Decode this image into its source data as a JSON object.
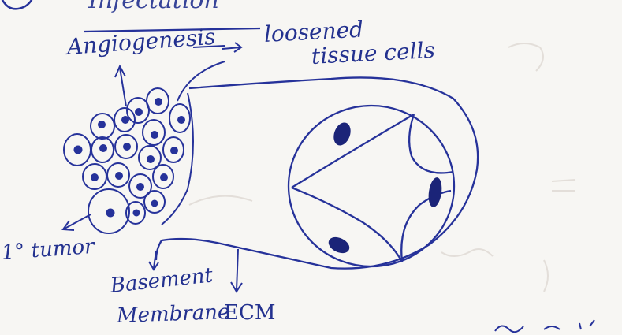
{
  "colors": {
    "ink": "#26329a",
    "ink_dark": "#1b2478",
    "paper": "#f7f6f3",
    "ghost": "#ded9d4"
  },
  "labels": {
    "header_partial": "Infectation",
    "angiogenesis": "Angiogenesis",
    "loosened_tissue": "loosened",
    "tissue_cells": "tissue cells",
    "primary_tumor": "1° tumor",
    "basement": "Basement",
    "membrane": "Membrane",
    "ecm": "ECM"
  }
}
